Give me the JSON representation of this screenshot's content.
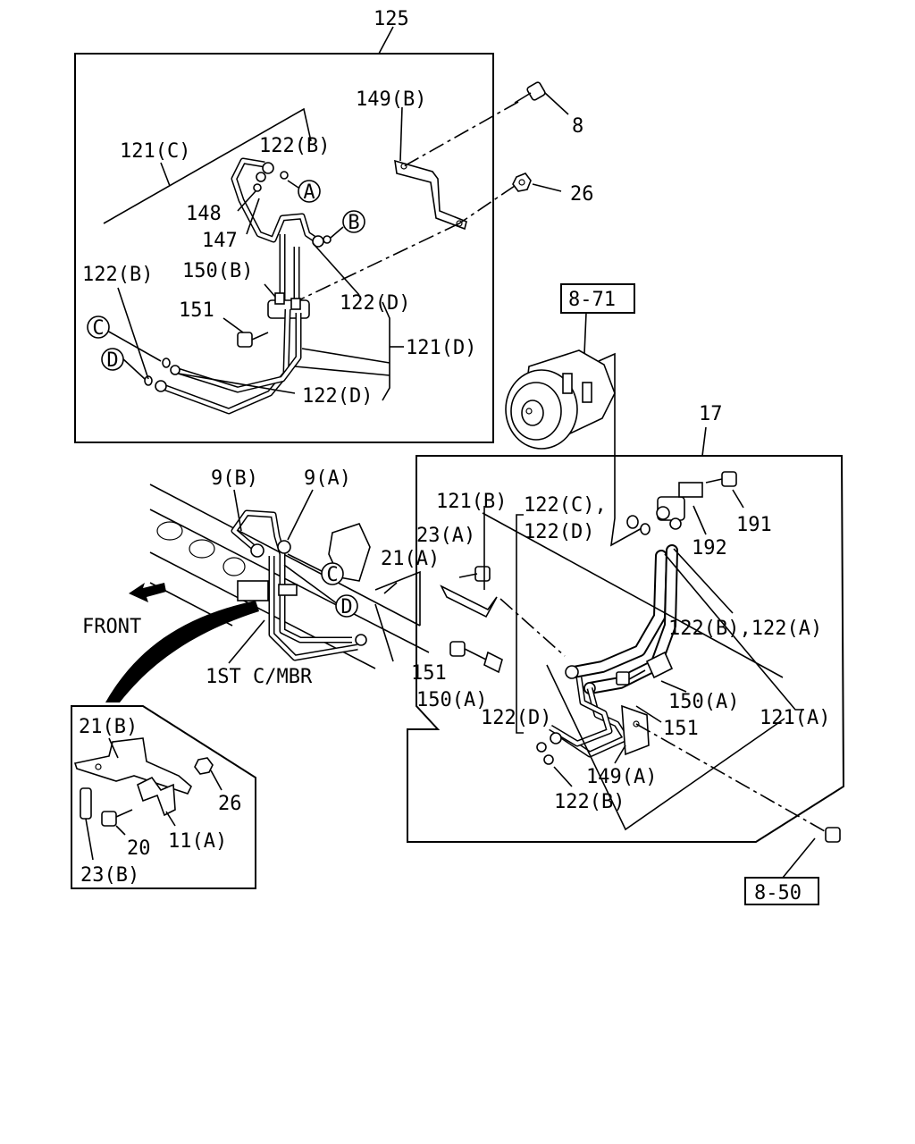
{
  "callouts": {
    "c125": "125",
    "c149b": "149(B)",
    "c8": "8",
    "c26_top": "26",
    "c121c": "121(C)",
    "c122b_top": "122(B)",
    "c148": "148",
    "c147": "147",
    "c150b": "150(B)",
    "c122b_left": "122(B)",
    "c151_top": "151",
    "c122d_mid": "122(D)",
    "c121d": "121(D)",
    "c122d_bottom": "122(D)",
    "c871": "8-71",
    "c17": "17",
    "c191": "191",
    "c192": "192",
    "c9b": "9(B)",
    "c9a": "9(A)",
    "c121b": "121(B)",
    "c122c": "122(C),",
    "c122d_right": "122(D)",
    "c23a": "23(A)",
    "c21a": "21(A)",
    "c122ba": "122(B),122(A)",
    "c151_right1": "151",
    "c150a_left": "150(A)",
    "c150a_right": "150(A)",
    "c122d_low": "122(D)",
    "c151_right2": "151",
    "c121a": "121(A)",
    "c149a": "149(A)",
    "c122b_low": "122(B)",
    "c850": "8-50",
    "front": "FRONT",
    "first_mbr": "1ST C/MBR",
    "c21b": "21(B)",
    "c26_inset": "26",
    "c20": "20",
    "c11a": "11(A)",
    "c23b": "23(B)"
  },
  "markers": {
    "a1": "A",
    "b1": "B",
    "c1": "C",
    "d1": "D",
    "c2": "C",
    "d2": "D"
  }
}
